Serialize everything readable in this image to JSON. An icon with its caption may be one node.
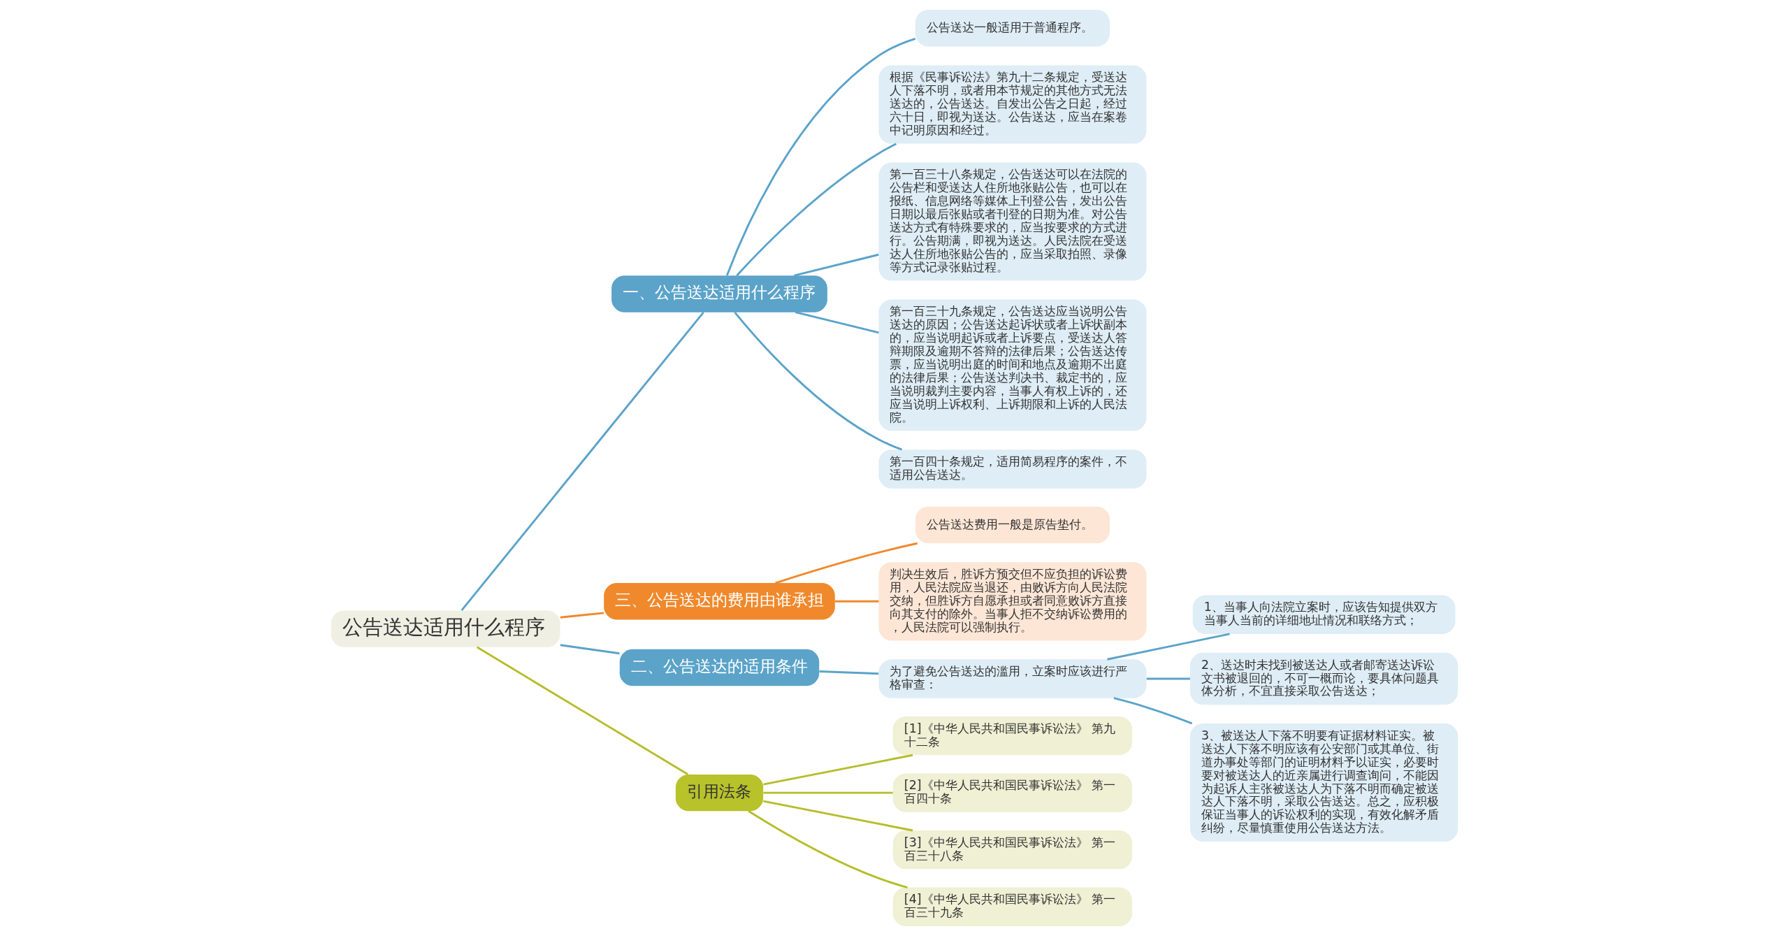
{
  "diagram": {
    "nodes": [
      {
        "text": [
          "公告送达适用什么程序"
        ]
      },
      {
        "text": [
          "一、公告送达适用什么程序"
        ]
      },
      {
        "text": [
          "公告送达一般适用于普通程序。"
        ]
      },
      {
        "text": [
          "根据《民事诉讼法》第九十二条规定，受送达人下落不明，或者用本节规定的其他方式无法送达的，公告送达。自发出公告之日起，经过六十日，即视为送达。公告送达，应当在案卷中记明原因和经过。"
        ]
      },
      {
        "text": [
          "第一百三十八条规定，公告送达可以在法院的公告栏和受送达人住所地张贴公告，也可以在报纸、信息网络等媒体上刊登公告，发出公告日期以最后张贴或者刊登的日期为准。对公告送达方式有特殊要求的，应当按要求的方式进行。公告期满，即视为送达。人民法院在受送达人住所地张贴公告的，应当采取拍照、录像等方式记录张贴过程。"
        ]
      },
      {
        "text": [
          "第一百三十九条规定，公告送达应当说明公告送达的原因；公告送达起诉状或者上诉状副本的，应当说明起诉或者上诉要点，受送达人答辩期限及逾期不答辩的法律后果；公告送达传票，应当说明出庭的时间和地点及逾期不出庭的法律后果；公告送达判决书、裁定书的，应当说明裁判主要内容，当事人有权上诉的，还应当说明上诉权利、上诉期限和上诉的人民法院。"
        ]
      },
      {
        "text": [
          "第一百四十条规定，适用简易程序的案件，不适用公告送达。"
        ]
      },
      {
        "text": [
          "三、公告送达的费用由谁承担"
        ]
      },
      {
        "text": [
          "公告送达费用一般是原告垫付。"
        ]
      },
      {
        "text": [
          "判决生效后，胜诉方预交但不应负担的诉讼费用，人民法院应当退还，由败诉方向人民法院交纳，但胜诉方自愿承担或者同意败诉方直接向其支付的除外。当事人拒不交纳诉讼费用的，人民法院可以强制执行。"
        ]
      },
      {
        "text": [
          "二、公告送达的适用条件"
        ]
      },
      {
        "text": [
          "为了避免公告送达的滥用，立案时应该进行严格审查："
        ]
      },
      {
        "text": [
          "1、当事人向法院立案时，应该告知提供双方当事人当前的详细地址情况和联络方式；"
        ]
      },
      {
        "text": [
          "2、送达时未找到被送达人或者邮寄送达诉讼文书被退回的，不可一概而论，要具体问题具体分析，不宜直接采取公告送达；"
        ]
      },
      {
        "text": [
          "3、被送达人下落不明要有证据材料证实。被送达人下落不明应该有公安部门或其单位、街道办事处等部门的证明材料予以证实，必要时要对被送达人的近亲属进行调查询问，不能因为起诉人主张被送达人为下落不明而确定被送达人下落不明，采取公告送达。总之，应积极保证当事人的诉讼权利的实现，有效化解矛盾纠纷，尽量慎重使用公告送达方法。"
        ]
      },
      {
        "text": [
          "引用法条"
        ]
      },
      {
        "text": [
          "[1]《中华人民共和国民事诉讼法》 第九十二条"
        ]
      },
      {
        "text": [
          "[2]《中华人民共和国民事诉讼法》 第一百四十条"
        ]
      },
      {
        "text": [
          "[3]《中华人民共和国民事诉讼法》 第一百三十八条"
        ]
      },
      {
        "text": [
          "[4]《中华人民共和国民事诉讼法》 第一百三十九条"
        ]
      }
    ],
    "edges": [
      {
        "from": 0,
        "to": 1,
        "arrow": "none"
      },
      {
        "from": 1,
        "to": 2,
        "arrow": "none"
      },
      {
        "from": 1,
        "to": 3,
        "arrow": "none"
      },
      {
        "from": 1,
        "to": 4,
        "arrow": "none"
      },
      {
        "from": 1,
        "to": 5,
        "arrow": "none"
      },
      {
        "from": 1,
        "to": 6,
        "arrow": "none"
      },
      {
        "from": 0,
        "to": 7,
        "arrow": "none",
        "color": "#f0892c"
      },
      {
        "from": 7,
        "to": 8,
        "arrow": "none",
        "color": "#f0892c"
      },
      {
        "from": 7,
        "to": 9,
        "arrow": "none",
        "color": "#f0892c"
      },
      {
        "from": 0,
        "to": 10,
        "arrow": "none"
      },
      {
        "from": 10,
        "to": 11,
        "arrow": "none"
      },
      {
        "from": 11,
        "to": 12,
        "arrow": "none"
      },
      {
        "from": 11,
        "to": 13,
        "arrow": "none"
      },
      {
        "from": 11,
        "to": 14,
        "arrow": "none"
      },
      {
        "from": 0,
        "to": 15,
        "arrow": "none",
        "color": "#b5bd2a"
      },
      {
        "from": 15,
        "to": 16,
        "arrow": "none",
        "color": "#b5bd2a"
      },
      {
        "from": 15,
        "to": 17,
        "arrow": "none",
        "color": "#b5bd2a"
      },
      {
        "from": 15,
        "to": 18,
        "arrow": "none",
        "color": "#b5bd2a"
      },
      {
        "from": 15,
        "to": 19,
        "arrow": "none",
        "color": "#b5bd2a"
      }
    ]
  }
}
